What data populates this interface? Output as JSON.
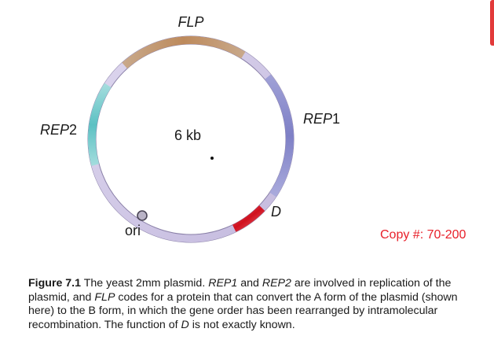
{
  "diagram": {
    "size_label": "6 kb",
    "ori_label": "ori",
    "colors": {
      "ring": "#cfc6e4",
      "ring_edge": "#8a80a8",
      "flp": "#c49368",
      "rep1": "#8f8fcf",
      "rep2": "#6cc7c9",
      "d": "#d81f2c"
    },
    "genes": [
      {
        "id": "flp",
        "label": "FLP",
        "italic_part": "FLP",
        "normal_part": ""
      },
      {
        "id": "rep1",
        "label": "REP1",
        "italic_part": "REP",
        "normal_part": "1"
      },
      {
        "id": "rep2",
        "label": "REP2",
        "italic_part": "REP",
        "normal_part": "2"
      },
      {
        "id": "d",
        "label": "D",
        "italic_part": "D",
        "normal_part": ""
      }
    ]
  },
  "copy_note": "Copy #: 70-200",
  "caption": {
    "figure_label": "Figure 7.1",
    "runs": [
      {
        "text": " The yeast 2mm plasmid. ",
        "italic": false
      },
      {
        "text": "REP1",
        "italic": true
      },
      {
        "text": " and ",
        "italic": false
      },
      {
        "text": "REP2",
        "italic": true
      },
      {
        "text": " are involved in replication of the plasmid, and ",
        "italic": false
      },
      {
        "text": "FLP",
        "italic": true
      },
      {
        "text": " codes for a protein that can convert the A form of the plasmid (shown here) to the B form, in which the gene order has been rearranged by intramolecular recombination. The function of ",
        "italic": false
      },
      {
        "text": "D",
        "italic": true
      },
      {
        "text": " is not exactly known.",
        "italic": false
      }
    ]
  }
}
